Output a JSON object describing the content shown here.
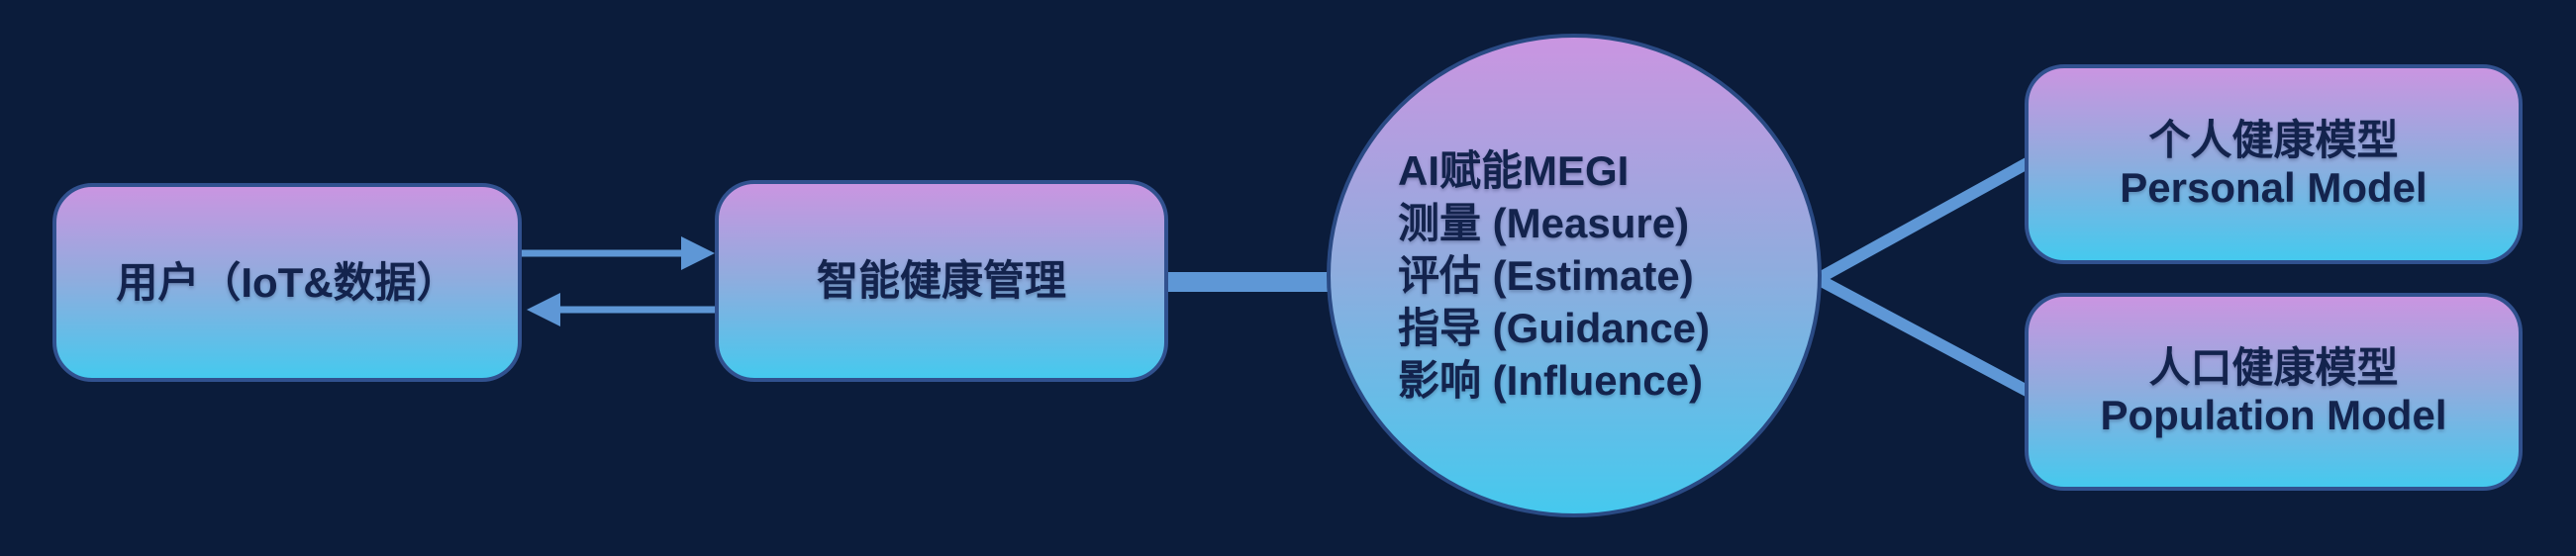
{
  "colors": {
    "background": "#0b1c3b",
    "accent": "#5e97d6",
    "box_border": "#31518f",
    "circle_border": "#2a4a84",
    "text": "#13234d",
    "grad_top": "#ca95e1",
    "grad_mid": "#90acde",
    "grad_bottom": "#45c9ee"
  },
  "nodes": {
    "user": {
      "label": "用户（IoT&数据）"
    },
    "management": {
      "label": "智能健康管理"
    },
    "megi": {
      "lines": [
        "AI赋能MEGI",
        "测量 (Measure)",
        "评估 (Estimate)",
        "指导 (Guidance)",
        "影响 (Influence)"
      ]
    },
    "personal": {
      "title": "个人健康模型",
      "subtitle": "Personal Model"
    },
    "population": {
      "title": "人口健康模型",
      "subtitle": "Population Model"
    }
  }
}
